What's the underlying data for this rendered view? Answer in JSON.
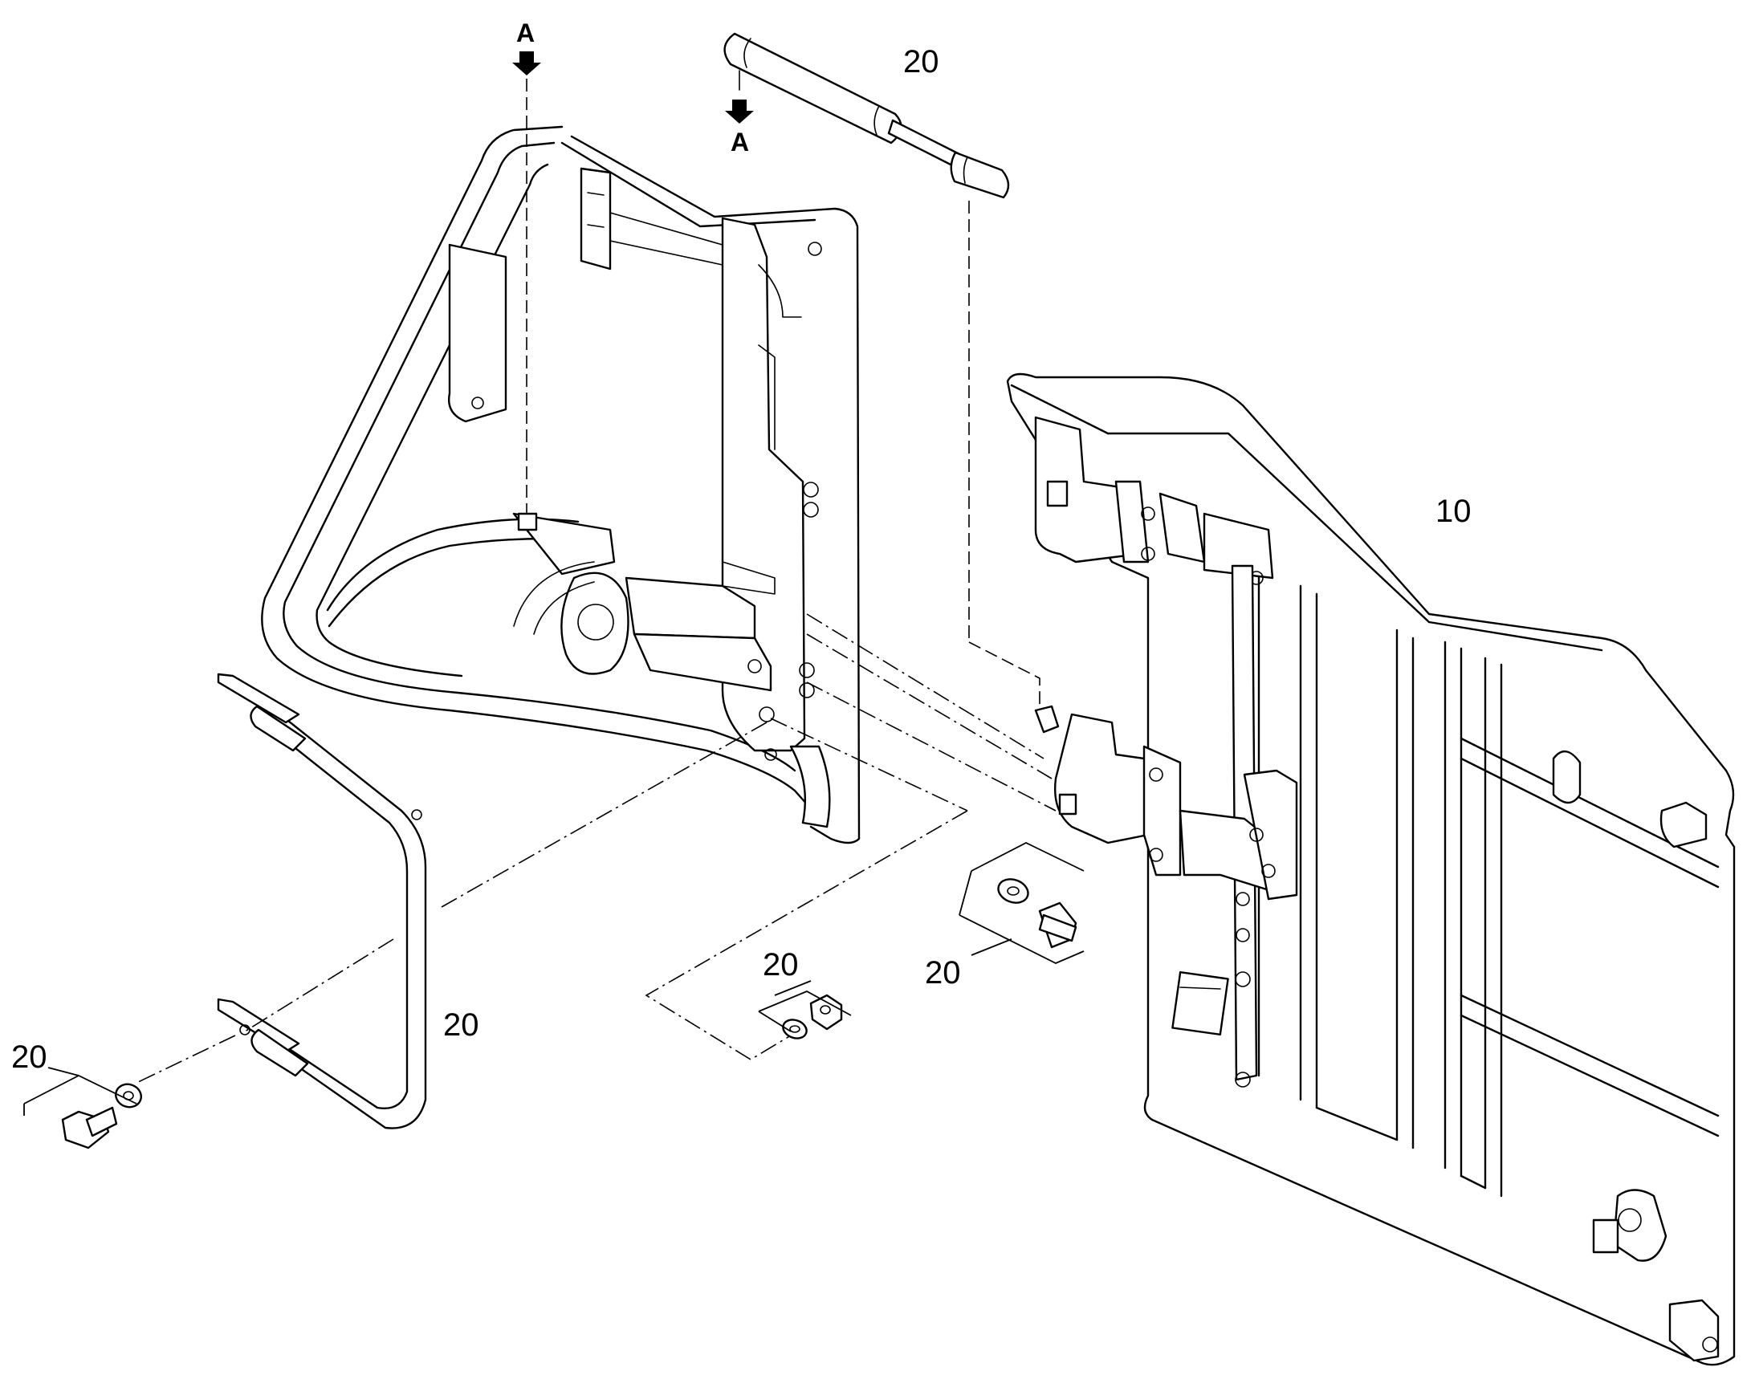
{
  "callouts": {
    "gas_spring": "20",
    "door_panel": "10",
    "hinge_washer_bolt": "20",
    "nut_washer": "20",
    "handle": "20",
    "handle_bolt_washer": "20"
  },
  "view_markers": {
    "left": "A",
    "right": "A"
  }
}
